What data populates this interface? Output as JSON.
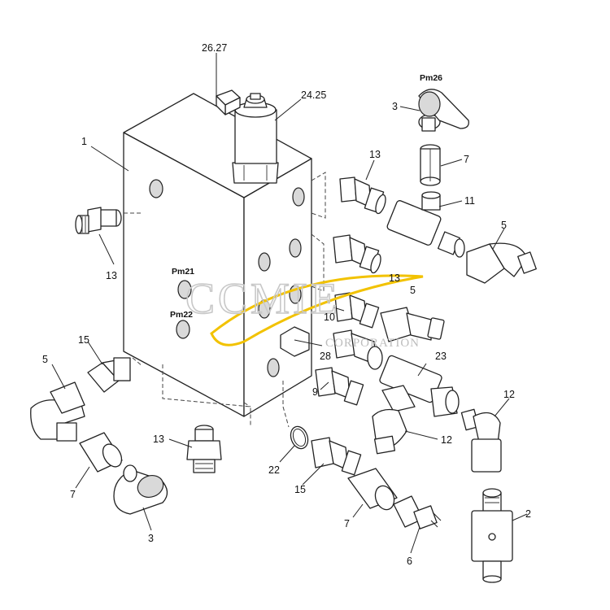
{
  "title": "",
  "callouts": {
    "c1": "1",
    "c2": "2",
    "c3a": "3",
    "c3b": "3",
    "c5a": "5",
    "c5b": "5",
    "c5c": "5",
    "c6": "6",
    "c7a": "7",
    "c7b": "7",
    "c7c": "7",
    "c9": "9",
    "c10": "10",
    "c11": "11",
    "c12a": "12",
    "c12b": "12",
    "c13a": "13",
    "c13b": "13",
    "c13c": "13",
    "c13d": "13",
    "c15a": "15",
    "c15b": "15",
    "c22": "22",
    "c23": "23",
    "c2425": "24.25",
    "c2627": "26.27",
    "c28": "28",
    "pm21": "Pm21",
    "pm22": "Pm22",
    "pm26": "Pm26"
  },
  "watermark": {
    "logo_text": "CCMIE",
    "subtitle": "CORPORATION",
    "swoosh_color": "#f2c200"
  }
}
